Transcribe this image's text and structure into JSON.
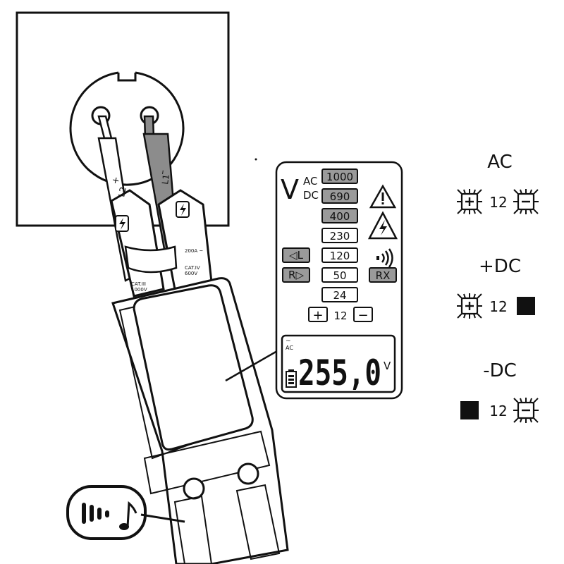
{
  "probes": {
    "left_polarity": "+",
    "left_label": "L2",
    "right_polarity": "–",
    "right_label": "L1",
    "cat_left_line1": "CAT.III",
    "cat_left_line2": "1000V",
    "cat_right_line1": "CAT.IV",
    "cat_right_line2": "600V",
    "clamp_rating": "200A ~"
  },
  "display": {
    "v_symbol": "V",
    "ac_label": "AC",
    "dc_label": "DC",
    "voltage_levels": [
      {
        "label": "1000",
        "lit": true
      },
      {
        "label": "690",
        "lit": true
      },
      {
        "label": "400",
        "lit": true
      },
      {
        "label": "230",
        "lit": false
      },
      {
        "label": "120",
        "lit": false
      },
      {
        "label": "50",
        "lit": false
      },
      {
        "label": "24",
        "lit": false
      }
    ],
    "left_indicator": "◁L",
    "right_indicator": "R▷",
    "rx_label": "RX",
    "plus_symbol": "+",
    "polarity_voltage": "12",
    "minus_symbol": "−",
    "lcd_mode": "AC",
    "lcd_reading": "255,0",
    "lcd_unit": "V"
  },
  "legend": {
    "items": [
      {
        "title": "AC",
        "left_state": "plus-led",
        "value": "12",
        "right_state": "minus-led"
      },
      {
        "title": "+DC",
        "left_state": "plus-led",
        "value": "12",
        "right_state": "filled"
      },
      {
        "title": "-DC",
        "left_state": "filled",
        "value": "12",
        "right_state": "minus-led"
      }
    ]
  },
  "colors": {
    "outline": "#111111",
    "lit_segment": "#9a9a9a",
    "probe_grey": "#8c8c8c",
    "background": "#ffffff"
  }
}
